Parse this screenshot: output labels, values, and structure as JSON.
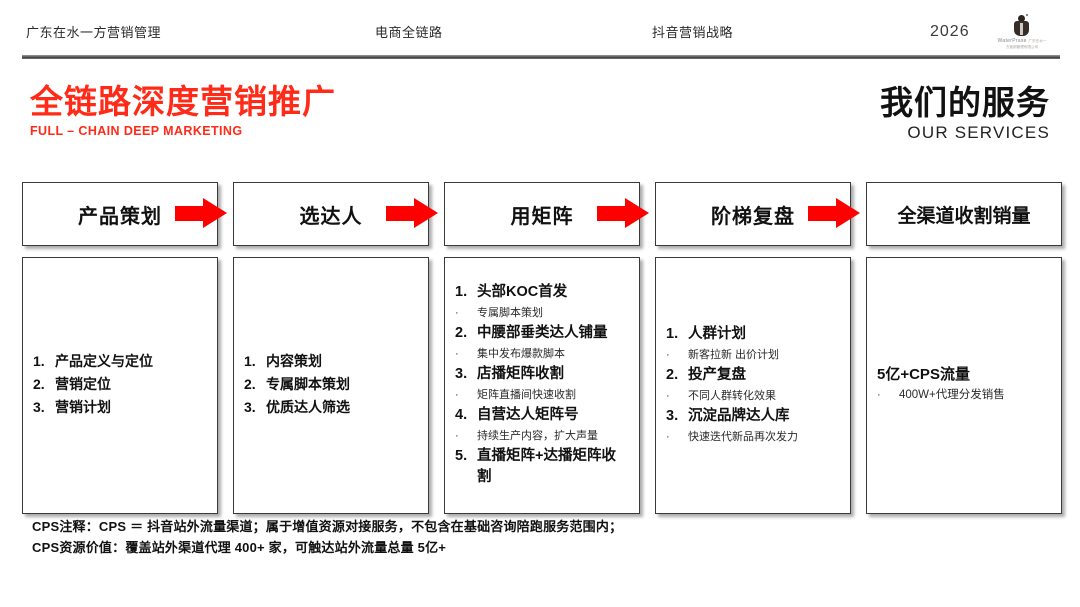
{
  "header": {
    "org": "广东在水一方营销管理",
    "topic": "电商全链路",
    "section": "抖音营销战略",
    "year": "2026",
    "logo": {
      "name": "WaterPrase",
      "sub": "广东在水一方营销管理有限公司"
    }
  },
  "titles": {
    "left_cn": "全链路深度营销推广",
    "left_en": "FULL – CHAIN DEEP MARKETING",
    "right_cn": "我们的服务",
    "right_en": "OUR SERVICES"
  },
  "colors": {
    "accent_red": "#ff2a17",
    "arrow_red": "#fe0000",
    "text_dark": "#111111",
    "border": "#3a3a3a"
  },
  "flow": {
    "arrow_icon": "arrow-right-icon",
    "steps": [
      {
        "id": "step-1",
        "header": "产品策划",
        "items": [
          {
            "kind": "number",
            "marker": "1.",
            "text": "产品定义与定位"
          },
          {
            "kind": "number",
            "marker": "2.",
            "text": "营销定位"
          },
          {
            "kind": "number",
            "marker": "3.",
            "text": "营销计划"
          }
        ]
      },
      {
        "id": "step-2",
        "header": "选达人",
        "items": [
          {
            "kind": "number",
            "marker": "1.",
            "text": "内容策划"
          },
          {
            "kind": "number",
            "marker": "2.",
            "text": "专属脚本策划"
          },
          {
            "kind": "number",
            "marker": "3.",
            "text": "优质达人筛选"
          }
        ]
      },
      {
        "id": "step-3",
        "header": "用矩阵",
        "items": [
          {
            "kind": "number",
            "marker": "1.",
            "text": "头部KOC首发"
          },
          {
            "kind": "bullet",
            "marker": "·",
            "text": "专属脚本策划"
          },
          {
            "kind": "number",
            "marker": "2.",
            "text": "中腰部垂类达人铺量"
          },
          {
            "kind": "bullet",
            "marker": "·",
            "text": "集中发布爆款脚本"
          },
          {
            "kind": "number",
            "marker": "3.",
            "text": "店播矩阵收割"
          },
          {
            "kind": "bullet",
            "marker": "·",
            "text": "矩阵直播间快速收割"
          },
          {
            "kind": "number",
            "marker": "4.",
            "text": "自营达人矩阵号"
          },
          {
            "kind": "bullet",
            "marker": "·",
            "text": "持续生产内容，扩大声量"
          },
          {
            "kind": "number",
            "marker": "5.",
            "text": "直播矩阵+达播矩阵收割"
          }
        ]
      },
      {
        "id": "step-4",
        "header": "阶梯复盘",
        "items": [
          {
            "kind": "number",
            "marker": "1.",
            "text": "人群计划"
          },
          {
            "kind": "bullet",
            "marker": "·",
            "text": "新客拉新 出价计划"
          },
          {
            "kind": "number",
            "marker": "2.",
            "text": "投产复盘"
          },
          {
            "kind": "bullet",
            "marker": "·",
            "text": "不同人群转化效果"
          },
          {
            "kind": "number",
            "marker": "3.",
            "text": "沉淀品牌达人库"
          },
          {
            "kind": "bullet",
            "marker": "·",
            "text": "快速迭代新品再次发力"
          }
        ]
      },
      {
        "id": "step-5",
        "header": "全渠道收割销量",
        "items": [
          {
            "kind": "plain",
            "marker": "",
            "text": "5亿+CPS流量"
          },
          {
            "kind": "bullet",
            "marker": "·",
            "text": "400W+代理分发销售"
          }
        ]
      }
    ]
  },
  "footnotes": [
    "CPS注释：CPS ＝ 抖音站外流量渠道；属于增值资源对接服务，不包含在基础咨询陪跑服务范围内；",
    "CPS资源价值：覆盖站外渠道代理 400+ 家，可触达站外流量总量 5亿+"
  ]
}
